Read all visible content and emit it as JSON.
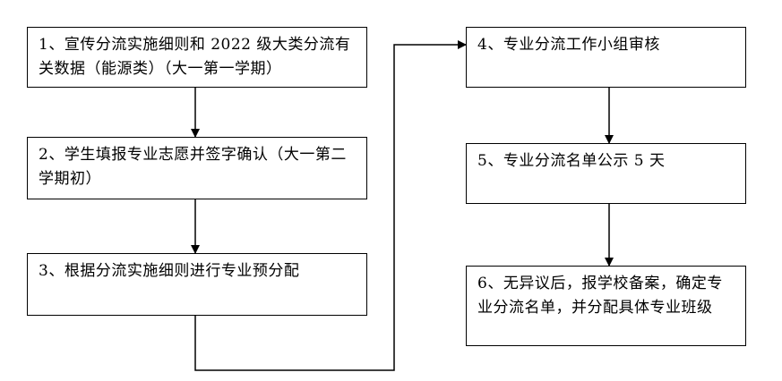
{
  "steps": [
    {
      "id": 1,
      "text": "1、宣传分流实施细则和 2022 级大类分流有关数据（能源类）（大一第一学期）"
    },
    {
      "id": 2,
      "text": "2、学生填报专业志愿并签字确认（大一第二学期初）"
    },
    {
      "id": 3,
      "text": "3、根据分流实施细则进行专业预分配"
    },
    {
      "id": 4,
      "text": "4、专业分流工作小组审核"
    },
    {
      "id": 5,
      "text": "5、专业分流名单公示 5 天"
    },
    {
      "id": 6,
      "text": "6、无异议后，报学校备案，确定专业分流名单，并分配具体专业班级"
    }
  ],
  "edges": [
    {
      "from": 1,
      "to": 2
    },
    {
      "from": 2,
      "to": 3
    },
    {
      "from": 3,
      "to": 4
    },
    {
      "from": 4,
      "to": 5
    },
    {
      "from": 5,
      "to": 6
    }
  ],
  "colors": {
    "line": "#000000",
    "box_border": "#000000",
    "background": "#ffffff"
  }
}
